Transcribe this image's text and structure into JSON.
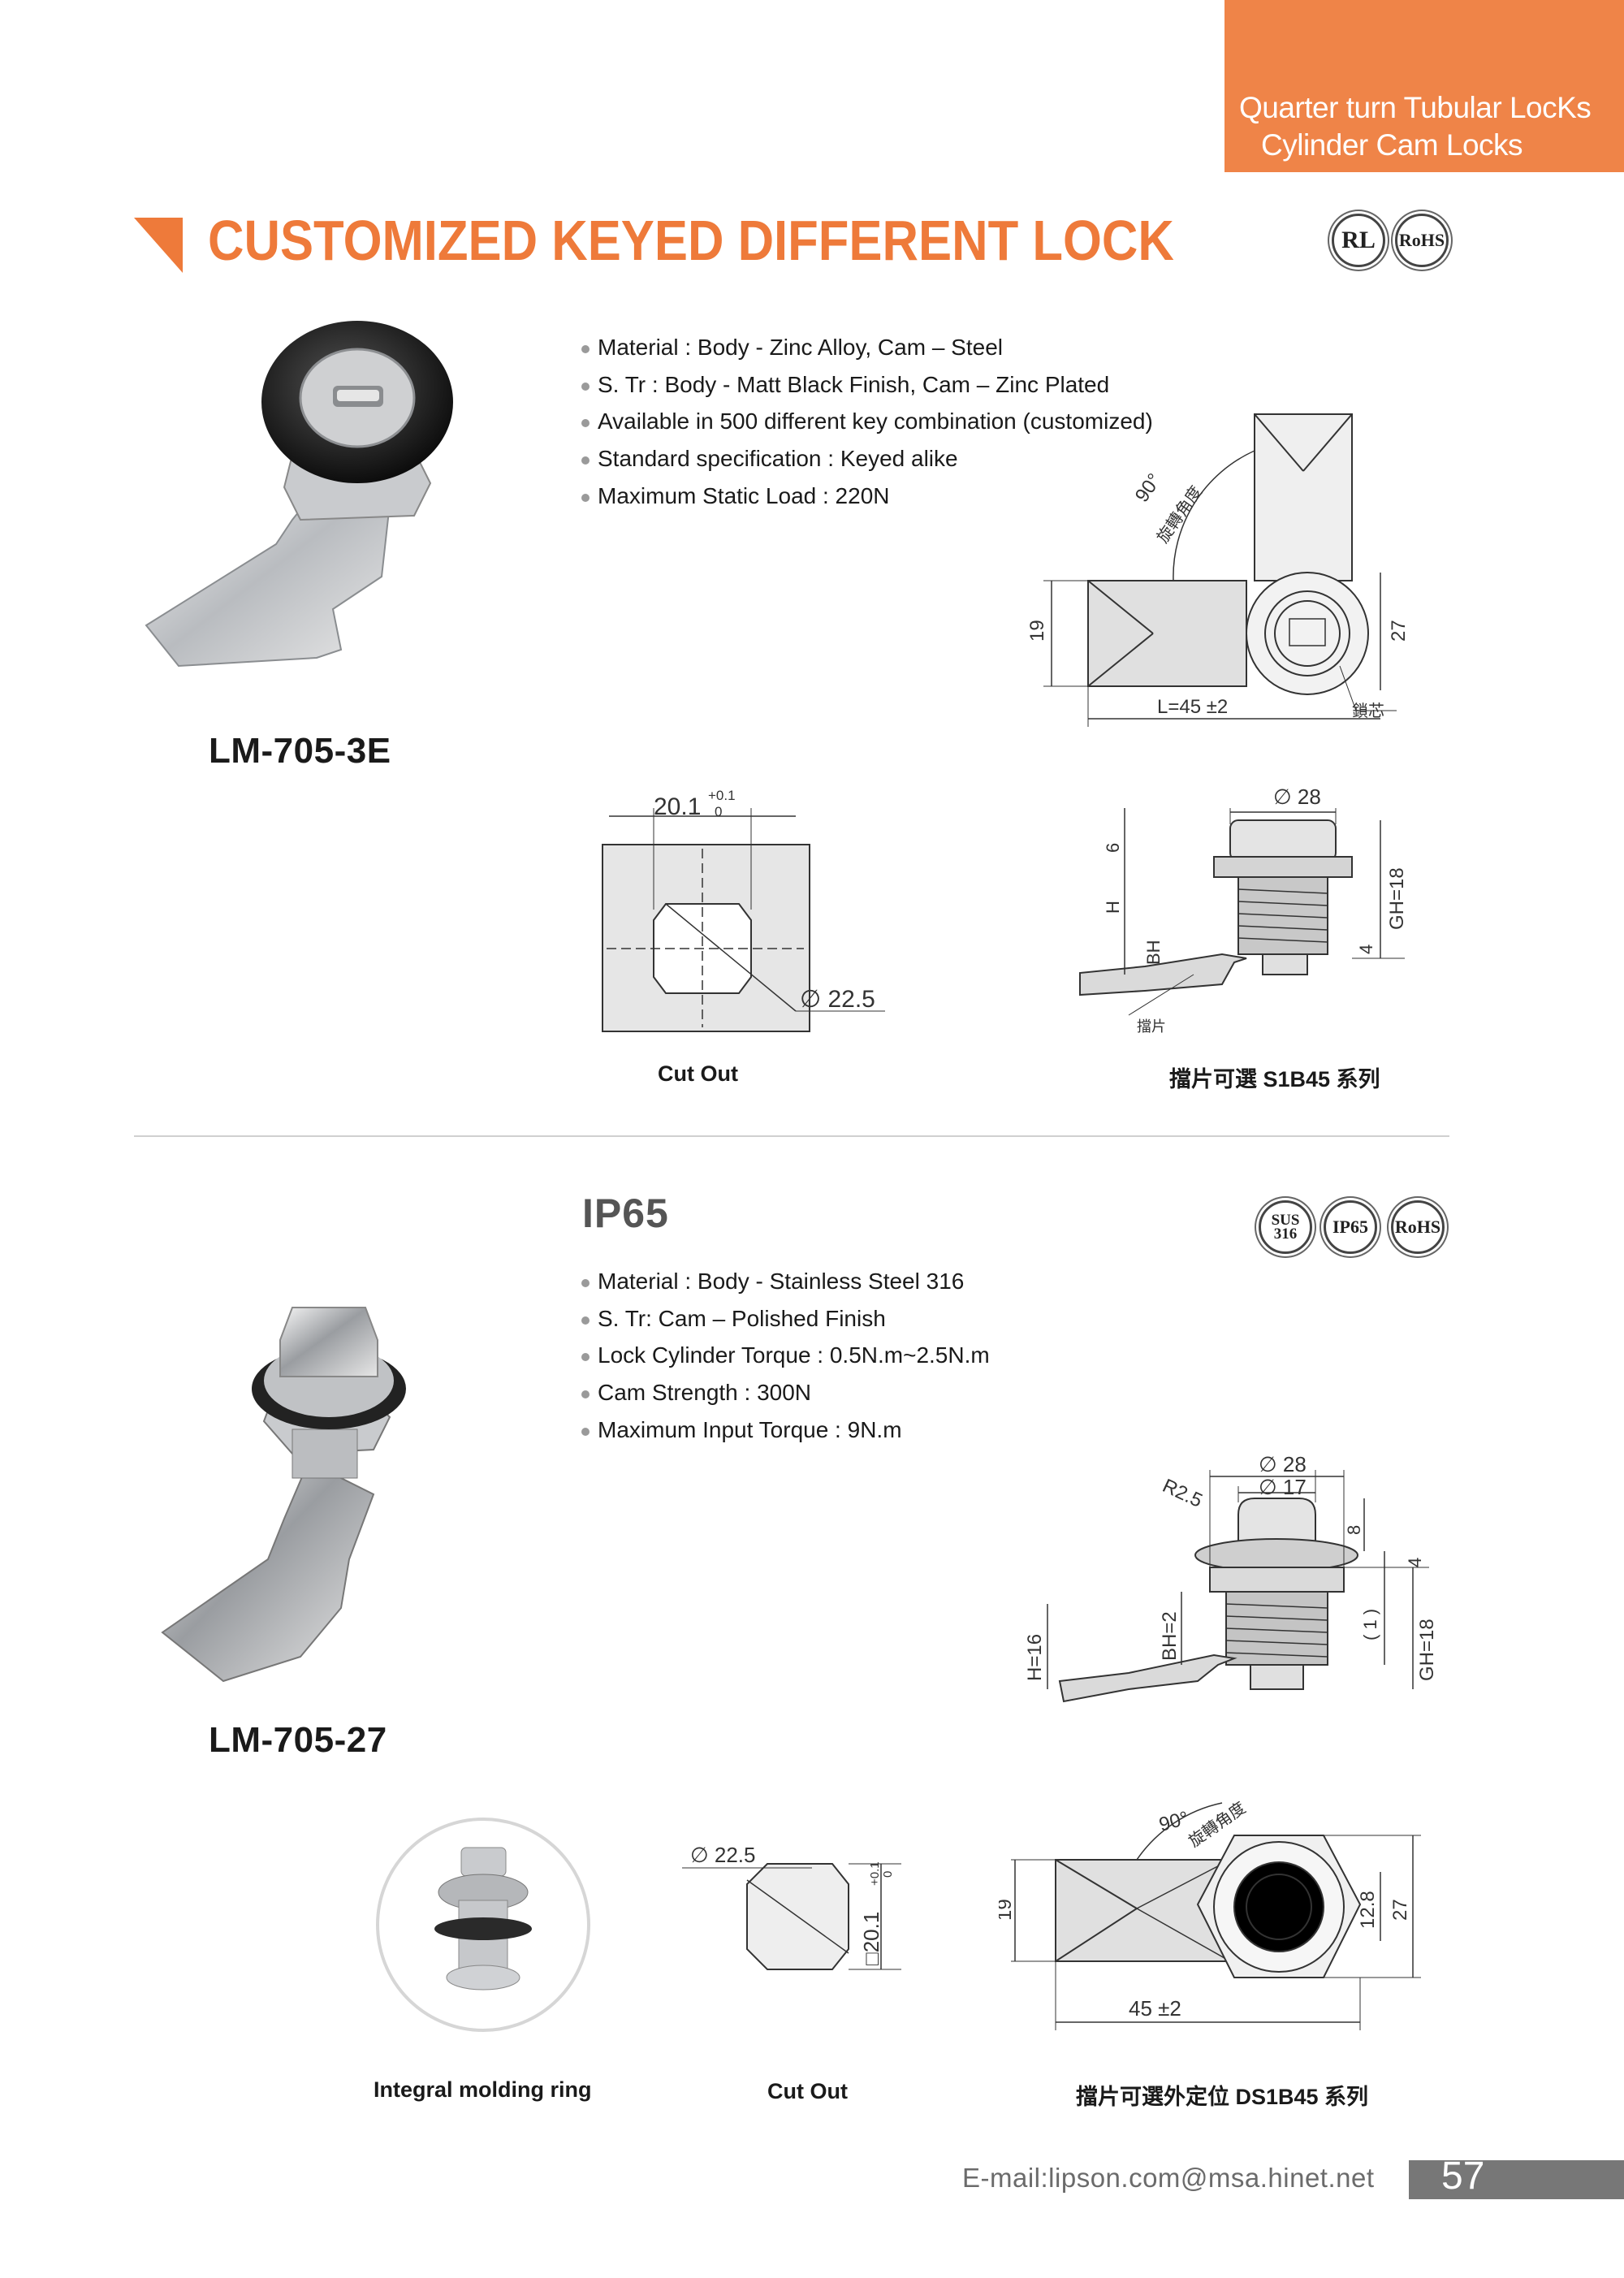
{
  "header": {
    "line1": "Quarter turn Tubular LocKs",
    "line2": "Cylinder Cam Locks"
  },
  "title": "CUSTOMIZED KEYED DIFFERENT LOCK",
  "badges_top": [
    "RL",
    "RoHS"
  ],
  "product1": {
    "model": "LM-705-3E",
    "specs": [
      "Material : Body - Zinc Alloy, Cam – Steel",
      "S. Tr : Body - Matt Black Finish, Cam – Zinc Plated",
      "Available in 500 different key combination (customized)",
      "Standard specification : Keyed alike",
      "Maximum Static Load : 220N"
    ],
    "drawing_top": {
      "angle": "90°",
      "angle_cn": "旋轉角度",
      "dim_left": "19",
      "dim_right": "27",
      "dim_length": "L=45 ±2",
      "core_cn": "鎖芯"
    },
    "cutout": {
      "width": "20.1",
      "tol_plus": "+0.1",
      "tol_zero": "0",
      "diameter": "∅ 22.5",
      "caption": "Cut Out"
    },
    "side": {
      "diameter": "∅ 28",
      "d6": "6",
      "h": "H",
      "bh": "BH",
      "d4": "4",
      "gh": "GH=18",
      "cam_cn": "擋片",
      "caption": "擋片可選 S1B45 系列"
    }
  },
  "product2": {
    "heading": "IP65",
    "badges": [
      "SUS 316",
      "IP65",
      "RoHS"
    ],
    "model": "LM-705-27",
    "specs": [
      "Material : Body - Stainless Steel 316",
      "S. Tr: Cam – Polished Finish",
      "Lock Cylinder Torque : 0.5N.m~2.5N.m",
      "Cam Strength : 300N",
      "Maximum Input Torque : 9N.m"
    ],
    "side": {
      "d28": "∅ 28",
      "d17": "∅ 17",
      "r": "R2.5",
      "d8": "8",
      "d4": "4",
      "d1": "( 1 )",
      "h": "H=16",
      "bh": "BH=2",
      "gh": "GH=18"
    },
    "ring_caption": "Integral molding ring",
    "cutout": {
      "diameter": "∅ 22.5",
      "width": "□20.1",
      "tol_plus": "+0.1",
      "tol_zero": "0",
      "caption": "Cut Out"
    },
    "bottom": {
      "angle": "90°",
      "angle_cn": "旋轉角度",
      "dim_left": "19",
      "dim_12": "12.8",
      "dim_27": "27",
      "dim_length": "45 ±2",
      "caption": "擋片可選外定位 DS1B45 系列"
    }
  },
  "footer": {
    "email": "E-mail:lipson.com@msa.hinet.net",
    "page": "57"
  },
  "colors": {
    "accent": "#ef8448",
    "title": "#ee7a3a",
    "footer_bar": "#777777"
  }
}
